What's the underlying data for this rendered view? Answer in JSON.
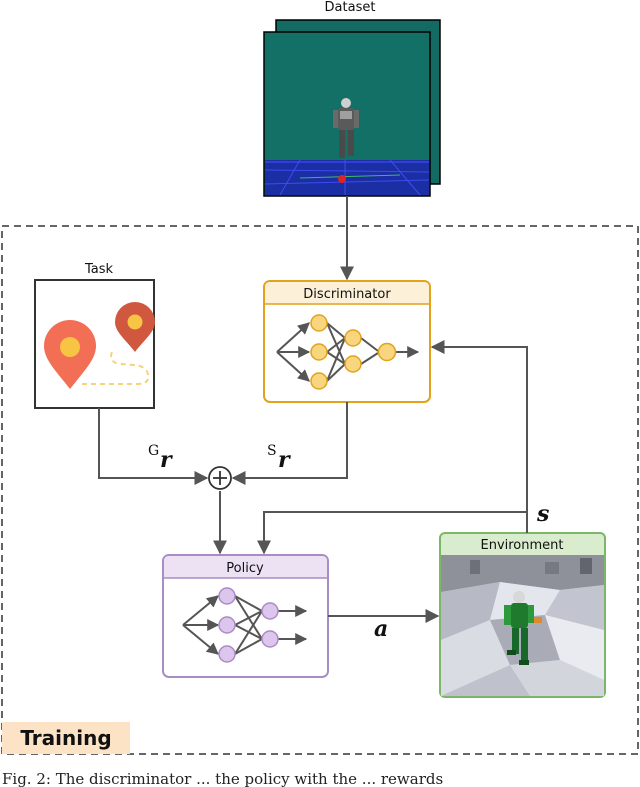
{
  "labels": {
    "dataset": "Dataset",
    "task": "Task",
    "discriminator": "Discriminator",
    "policy": "Policy",
    "environment": "Environment",
    "training": "Training"
  },
  "edges": {
    "task_reward_base": "r",
    "task_reward_super": "G",
    "style_reward_base": "r",
    "style_reward_super": "S",
    "state": "s",
    "action": "a"
  },
  "caption": "Fig. 2: The discriminator ... the policy with the ... rewards",
  "colors": {
    "discriminator": "#e3a21a",
    "discriminator_fill": "#fdf0d8",
    "policy": "#a98bc6",
    "policy_fill": "#ece2f4",
    "environment": "#7cb667",
    "environment_fill": "#d9ecce",
    "dataset_frame": "#0d6e66",
    "pin_large": "#f26f55",
    "pin_small": "#d0583f",
    "node_yellow": "#f8d680",
    "node_purple": "#dcc6ee",
    "training_fill": "#fde3c6"
  }
}
